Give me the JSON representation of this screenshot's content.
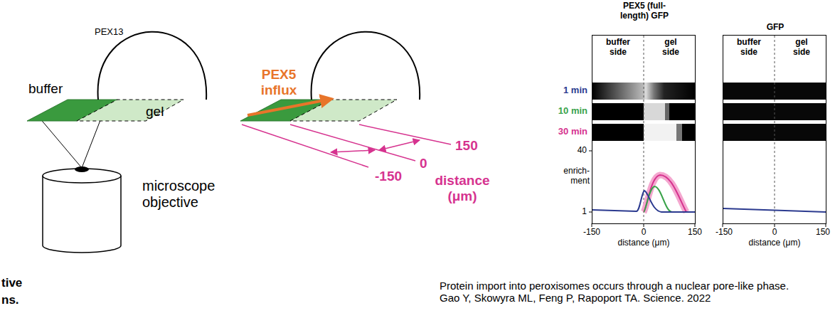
{
  "diagram": {
    "caption": "Protein import into peroxisomes occurs through a nuclear pore-like phase. Gao Y, Skowyra ML, Feng P, Rapoport TA. Science. 2022",
    "nodes": [
      {
        "text": [
          "PEX5 (full-length) GFP",
          "buffer side",
          "gel side"
        ]
      },
      {
        "text": [
          "GFP",
          "buffer side",
          "gel side"
        ]
      }
    ],
    "labels": [
      "PEX13",
      "buffer",
      "gel",
      "microscope objective",
      "PEX5 influx",
      "-150",
      "0",
      "150",
      "distance (μm)",
      "1 min",
      "10 min",
      "30 min",
      "40",
      "enrich- ment",
      "1",
      "-150",
      "0",
      "150",
      "distance (μm)",
      "-150",
      "0",
      "150",
      "distance (μm)",
      "tive",
      "ns."
    ]
  }
}
